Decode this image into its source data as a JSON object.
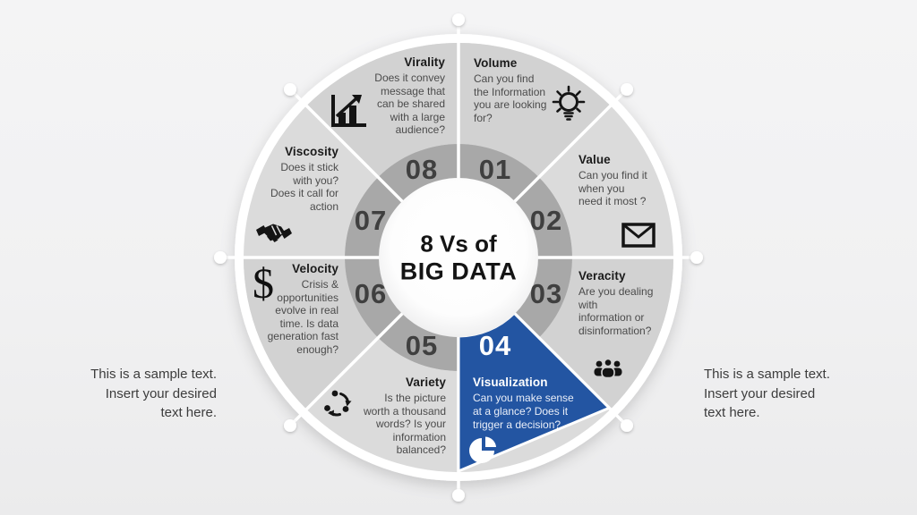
{
  "slide": {
    "center": {
      "title_line1": "8 Vs of",
      "title_line2": "BIG DATA"
    },
    "segments": [
      {
        "number": "01",
        "title": "Volume",
        "icon": "lightbulb-icon",
        "description": "Can you find\nthe Information\nyou are looking\nfor?"
      },
      {
        "number": "02",
        "title": "Value",
        "icon": "envelope-icon",
        "description": "Can you find it\nwhen you\nneed it most ?"
      },
      {
        "number": "03",
        "title": "Veracity",
        "icon": "people-group-icon",
        "description": "Are you dealing\nwith\ninformation or\ndisinformation?"
      },
      {
        "number": "04",
        "title": "Visualization",
        "icon": "pie-chart-icon",
        "highlighted": true,
        "description": "Can you make sense\nat a glance? Does it\ntrigger a decision?"
      },
      {
        "number": "05",
        "title": "Variety",
        "icon": "cycle-dots-icon",
        "description": "Is the picture\nworth a thousand\nwords? Is your\ninformation\nbalanced?"
      },
      {
        "number": "06",
        "title": "Velocity",
        "icon": "dollar-icon",
        "description": "Crisis &\nopportunities\nevolve in real\ntime. Is data\ngeneration fast\nenough?"
      },
      {
        "number": "07",
        "title": "Viscosity",
        "icon": "handshake-icon",
        "description": "Does it stick\nwith you?\nDoes it call for\naction"
      },
      {
        "number": "08",
        "title": "Virality",
        "icon": "growth-chart-icon",
        "description": "Does it convey\nmessage that\ncan be shared\nwith a large\naudience?"
      }
    ],
    "side_text_left": "This is a sample text.\nInsert your desired\ntext here.",
    "side_text_right": "This is a sample text.\nInsert your desired\ntext here.",
    "glyphs": {
      "dollar": "$"
    },
    "colors": {
      "highlight_blue": "#2355A2",
      "segment_gray": "#dbdbdb",
      "segment_gray_dark": "#d2d2d2",
      "number_ring_gray": "#a8a8a8",
      "number_text": "#3f3f3f",
      "background": "#f1f1f2"
    }
  }
}
